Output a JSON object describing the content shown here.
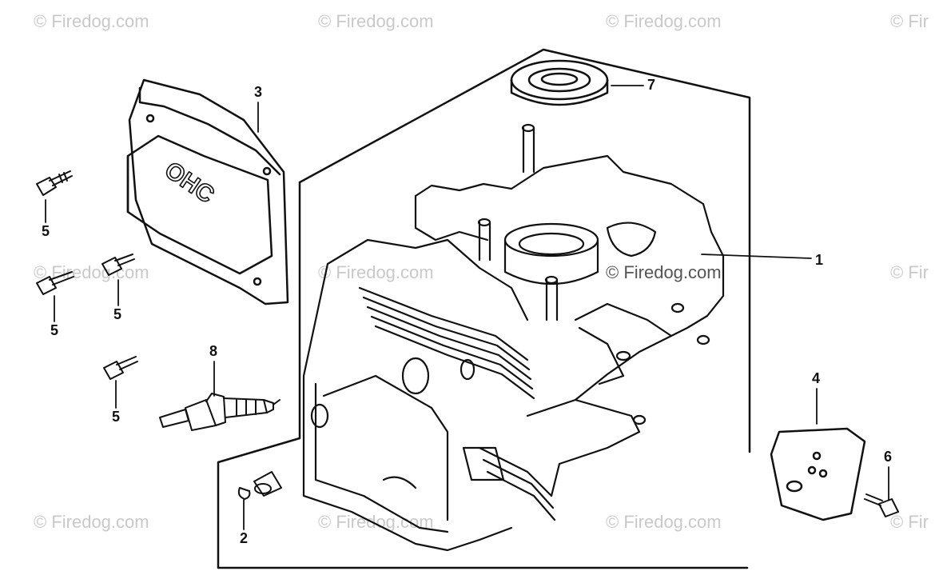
{
  "watermark": {
    "text": "© Firedog.com",
    "text_cut": "© Fir"
  },
  "callouts": {
    "p1": "1",
    "p2": "2",
    "p3": "3",
    "p4": "4",
    "p5": "5",
    "p6": "6",
    "p7": "7",
    "p8": "8"
  },
  "colors": {
    "line": "#111111",
    "watermark": "#c9c9c9",
    "background": "#ffffff"
  }
}
